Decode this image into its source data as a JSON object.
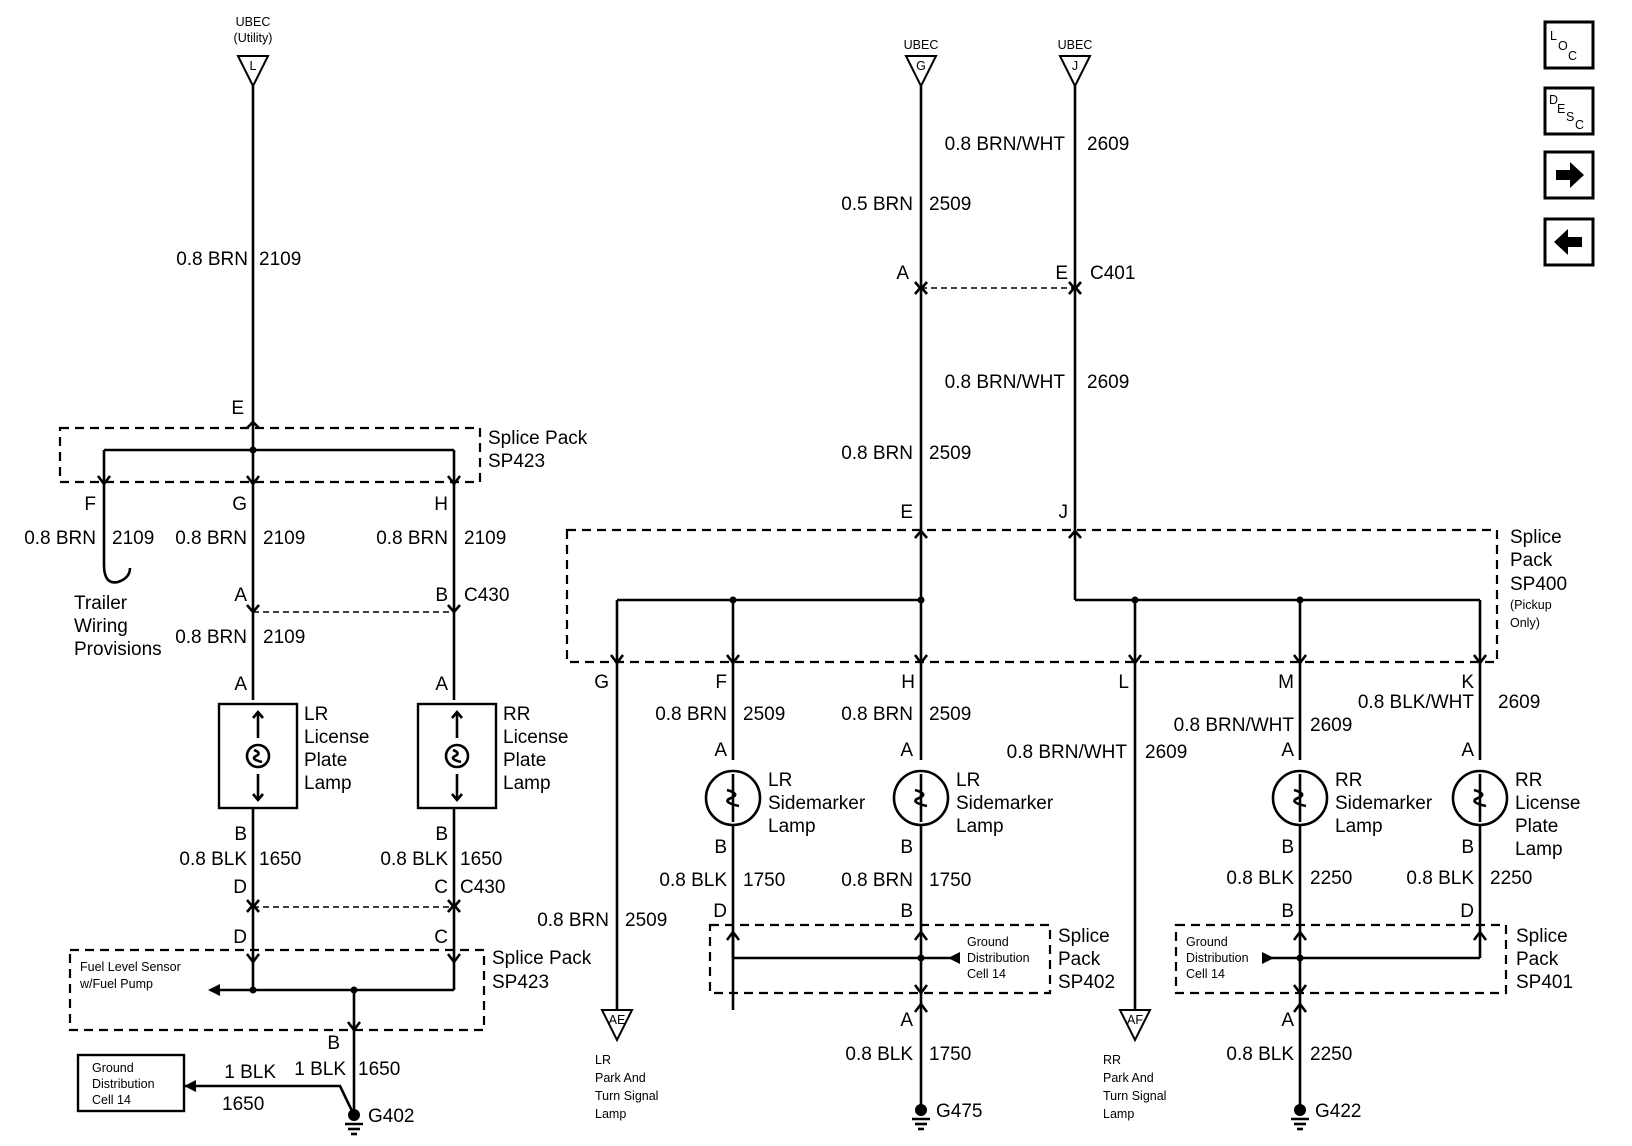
{
  "nav": {
    "loc_label": "LOC",
    "desc_label": "DESC",
    "next_icon": "arrow-right-icon",
    "prev_icon": "arrow-left-icon"
  },
  "power": {
    "l": {
      "source": "UBEC",
      "sub": "(Utility)",
      "letter": "L"
    },
    "g": {
      "source": "UBEC",
      "letter": "G"
    },
    "j": {
      "source": "UBEC",
      "letter": "J"
    }
  },
  "left": {
    "w_top_gauge": "0.8 BRN",
    "w_top_circuit": "2109",
    "pin_e": "E",
    "sp423_top": "Splice Pack",
    "sp423_top_id": "SP423",
    "pin_f": "F",
    "pin_g": "G",
    "pin_h": "H",
    "f_gauge": "0.8 BRN",
    "f_circuit": "2109",
    "g_gauge": "0.8 BRN",
    "g_circuit": "2109",
    "h_gauge": "0.8 BRN",
    "h_circuit": "2109",
    "trailer_1": "Trailer",
    "trailer_2": "Wiring",
    "trailer_3": "Provisions",
    "c430_a": "A",
    "c430_b": "B",
    "c430_label": "C430",
    "mid_gauge": "0.8 BRN",
    "mid_circuit": "2109",
    "lamp_in_lr": "A",
    "lamp_in_rr": "A",
    "lr_lamp_1": "LR",
    "lr_lamp_2": "License",
    "lr_lamp_3": "Plate",
    "lr_lamp_4": "Lamp",
    "rr_lamp_1": "RR",
    "rr_lamp_2": "License",
    "rr_lamp_3": "Plate",
    "rr_lamp_4": "Lamp",
    "lamp_out_lr": "B",
    "lamp_out_rr": "B",
    "blk_l_gauge": "0.8 BLK",
    "blk_l_circuit": "1650",
    "blk_r_gauge": "0.8 BLK",
    "blk_r_circuit": "1650",
    "c430b_d": "D",
    "c430b_c": "C",
    "c430b_label": "C430",
    "sp_d": "D",
    "sp_c": "C",
    "fuel_1": "Fuel Level Sensor",
    "fuel_2": "w/Fuel Pump",
    "sp423_bot": "Splice Pack",
    "sp423_bot_id": "SP423",
    "pin_b": "B",
    "gnd_blk_gauge": "1 BLK",
    "gnd_blk_circuit": "1650",
    "gnd_box_1": "Ground",
    "gnd_box_2": "Distribution",
    "gnd_box_3": "Cell 14",
    "gnd_in_gauge": "1 BLK",
    "gnd_in_circuit": "1650",
    "ground": "G402"
  },
  "right": {
    "j_gauge": "0.8 BRN/WHT",
    "j_circuit": "2609",
    "g_gauge": "0.5 BRN",
    "g_circuit": "2509",
    "c401_a": "A",
    "c401_e": "E",
    "c401_label": "C401",
    "j2_gauge": "0.8 BRN/WHT",
    "j2_circuit": "2609",
    "g2_gauge": "0.8 BRN",
    "g2_circuit": "2509",
    "sp_e": "E",
    "sp_j": "J",
    "sp400_1": "Splice",
    "sp400_2": "Pack",
    "sp400_3": "SP400",
    "sp400_4": "(Pickup",
    "sp400_5": "Only)",
    "pin_g": "G",
    "pin_f": "F",
    "pin_h": "H",
    "pin_l": "L",
    "pin_m": "M",
    "pin_k": "K",
    "f_gauge": "0.8 BRN",
    "f_circuit": "2509",
    "h_gauge": "0.8 BRN",
    "h_circuit": "2509",
    "l_gauge": "0.8 BRN/WHT",
    "l_circuit": "2609",
    "m_gauge": "0.8 BRN/WHT",
    "m_circuit": "2609",
    "k_gauge": "0.8 BLK/WHT",
    "k_circuit": "2609",
    "a_f": "A",
    "a_h": "A",
    "a_m": "A",
    "a_k": "A",
    "lamp_f_1": "LR",
    "lamp_f_2": "Sidemarker",
    "lamp_f_3": "Lamp",
    "lamp_h_1": "LR",
    "lamp_h_2": "Sidemarker",
    "lamp_h_3": "Lamp",
    "lamp_m_1": "RR",
    "lamp_m_2": "Sidemarker",
    "lamp_m_3": "Lamp",
    "lamp_k_1": "RR",
    "lamp_k_2": "License",
    "lamp_k_3": "Plate",
    "lamp_k_4": "Lamp",
    "b_f": "B",
    "b_h": "B",
    "b_m": "B",
    "b_k": "B",
    "bf_gauge": "0.8 BLK",
    "bf_circuit": "1750",
    "bh_gauge": "0.8 BRN",
    "bh_circuit": "1750",
    "bm_gauge": "0.8 BLK",
    "bm_circuit": "2250",
    "bk_gauge": "0.8 BLK",
    "bk_circuit": "2250",
    "g_out_gauge": "0.8 BRN",
    "g_out_circuit": "2509",
    "sp402_d": "D",
    "sp402_b": "B",
    "sp401_b": "B",
    "sp401_d": "D",
    "sp402_gnd_1": "Ground",
    "sp402_gnd_2": "Distribution",
    "sp402_gnd_3": "Cell 14",
    "sp402_1": "Splice",
    "sp402_2": "Pack",
    "sp402_3": "SP402",
    "sp401_gnd_1": "Ground",
    "sp401_gnd_2": "Distribution",
    "sp401_gnd_3": "Cell 14",
    "sp401_1": "Splice",
    "sp401_2": "Pack",
    "sp401_3": "SP401",
    "ae": "AE",
    "af": "AF",
    "lr_turn_1": "LR",
    "lr_turn_2": "Park And",
    "lr_turn_3": "Turn Signal",
    "lr_turn_4": "Lamp",
    "rr_turn_1": "RR",
    "rr_turn_2": "Park And",
    "rr_turn_3": "Turn Signal",
    "rr_turn_4": "Lamp",
    "a_g475": "A",
    "a_g422": "A",
    "g475_gauge": "0.8 BLK",
    "g475_circuit": "1750",
    "g422_gauge": "0.8 BLK",
    "g422_circuit": "2250",
    "ground_475": "G475",
    "ground_422": "G422"
  }
}
